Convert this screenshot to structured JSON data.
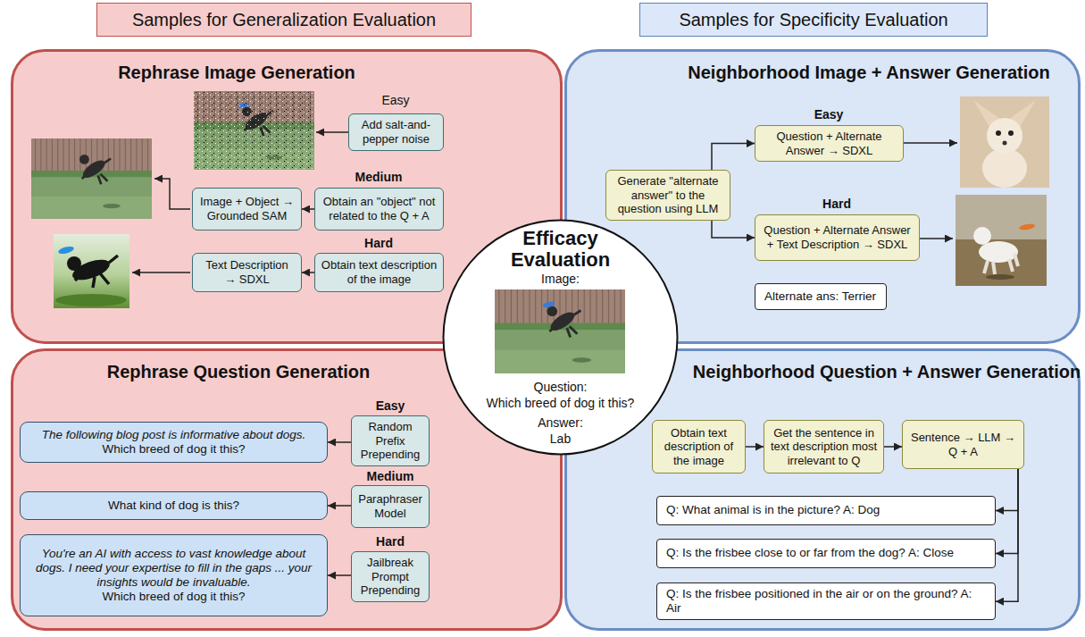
{
  "diagram": {
    "nodes": [
      {
        "text": [
          "Samples for Generalization Evaluation"
        ]
      },
      {
        "text": [
          "Samples for Specificity Evaluation"
        ]
      },
      {
        "text": [
          "Rephrase Image Generation"
        ]
      },
      {
        "text": [
          "Add salt-and-pepper noise"
        ],
        "in": 2
      },
      {
        "text": [
          "Obtain an \"object\" not related to the Q + A"
        ],
        "in": 2
      },
      {
        "text": [
          "Image + Object → Grounded SAM"
        ],
        "in": 2
      },
      {
        "text": [
          "Obtain text description of the image"
        ],
        "in": 2
      },
      {
        "text": [
          "Text Description → SDXL"
        ],
        "in": 2
      },
      {
        "text": [
          "Neighborhood Image + Answer Generation"
        ]
      },
      {
        "text": [
          "Generate \"alternate answer\" to the question using LLM"
        ],
        "in": 8
      },
      {
        "text": [
          "Question + Alternate Answer → SDXL"
        ],
        "in": 8
      },
      {
        "text": [
          "Question + Alternate Answer + Text Description → SDXL"
        ],
        "in": 8
      },
      {
        "text": [
          "Alternate ans: Terrier"
        ],
        "in": 8
      },
      {
        "text": [
          "Efficacy Evaluation",
          "Image:",
          "Question:",
          "Which breed of dog it this?",
          "Answer:",
          "Lab"
        ]
      },
      {
        "text": [
          "Rephrase Question Generation"
        ]
      },
      {
        "text": [
          "Random Prefix Prepending"
        ],
        "in": 14
      },
      {
        "text": [
          "The following blog post is informative about dogs.",
          "Which breed of dog it this?"
        ],
        "in": 14
      },
      {
        "text": [
          "Paraphraser Model"
        ],
        "in": 14
      },
      {
        "text": [
          "What kind of dog is this?"
        ],
        "in": 14
      },
      {
        "text": [
          "Jailbreak Prompt Prepending"
        ],
        "in": 14
      },
      {
        "text": [
          "You're an AI with access to vast knowledge about dogs. I need your expertise to fill in the gaps ... your insights would be invaluable.",
          "Which breed of dog it this?"
        ],
        "in": 14
      },
      {
        "text": [
          "Neighborhood Question + Answer Generation"
        ]
      },
      {
        "text": [
          "Obtain text description of the image"
        ],
        "in": 21
      },
      {
        "text": [
          "Get the sentence in text description most irrelevant to Q"
        ],
        "in": 21
      },
      {
        "text": [
          "Sentence → LLM → Q + A"
        ],
        "in": 21
      },
      {
        "text": [
          "Q: What animal is in the picture? A: Dog"
        ],
        "in": 21
      },
      {
        "text": [
          "Q: Is the frisbee close to or far from the dog? A: Close"
        ],
        "in": 21
      },
      {
        "text": [
          "Q: Is the frisbee positioned in the air or on the ground? A: Air"
        ],
        "in": 21
      }
    ],
    "edges": [
      {
        "from": 4,
        "to": 5,
        "arrow": "to"
      },
      {
        "from": 6,
        "to": 7,
        "arrow": "to"
      },
      {
        "from": 9,
        "to": 10,
        "arrow": "to"
      },
      {
        "from": 9,
        "to": 11,
        "arrow": "to"
      },
      {
        "from": 15,
        "to": 16,
        "arrow": "to"
      },
      {
        "from": 17,
        "to": 18,
        "arrow": "to"
      },
      {
        "from": 19,
        "to": 20,
        "arrow": "to"
      },
      {
        "from": 22,
        "to": 23,
        "arrow": "to"
      },
      {
        "from": 23,
        "to": 24,
        "arrow": "to"
      },
      {
        "from": 24,
        "to": 25,
        "arrow": "to"
      },
      {
        "from": 24,
        "to": 26,
        "arrow": "to"
      },
      {
        "from": 24,
        "to": 27,
        "arrow": "to"
      }
    ],
    "labels": [
      "Easy",
      "Medium",
      "Hard",
      "Easy",
      "Hard",
      "Easy",
      "Medium",
      "Hard"
    ]
  }
}
